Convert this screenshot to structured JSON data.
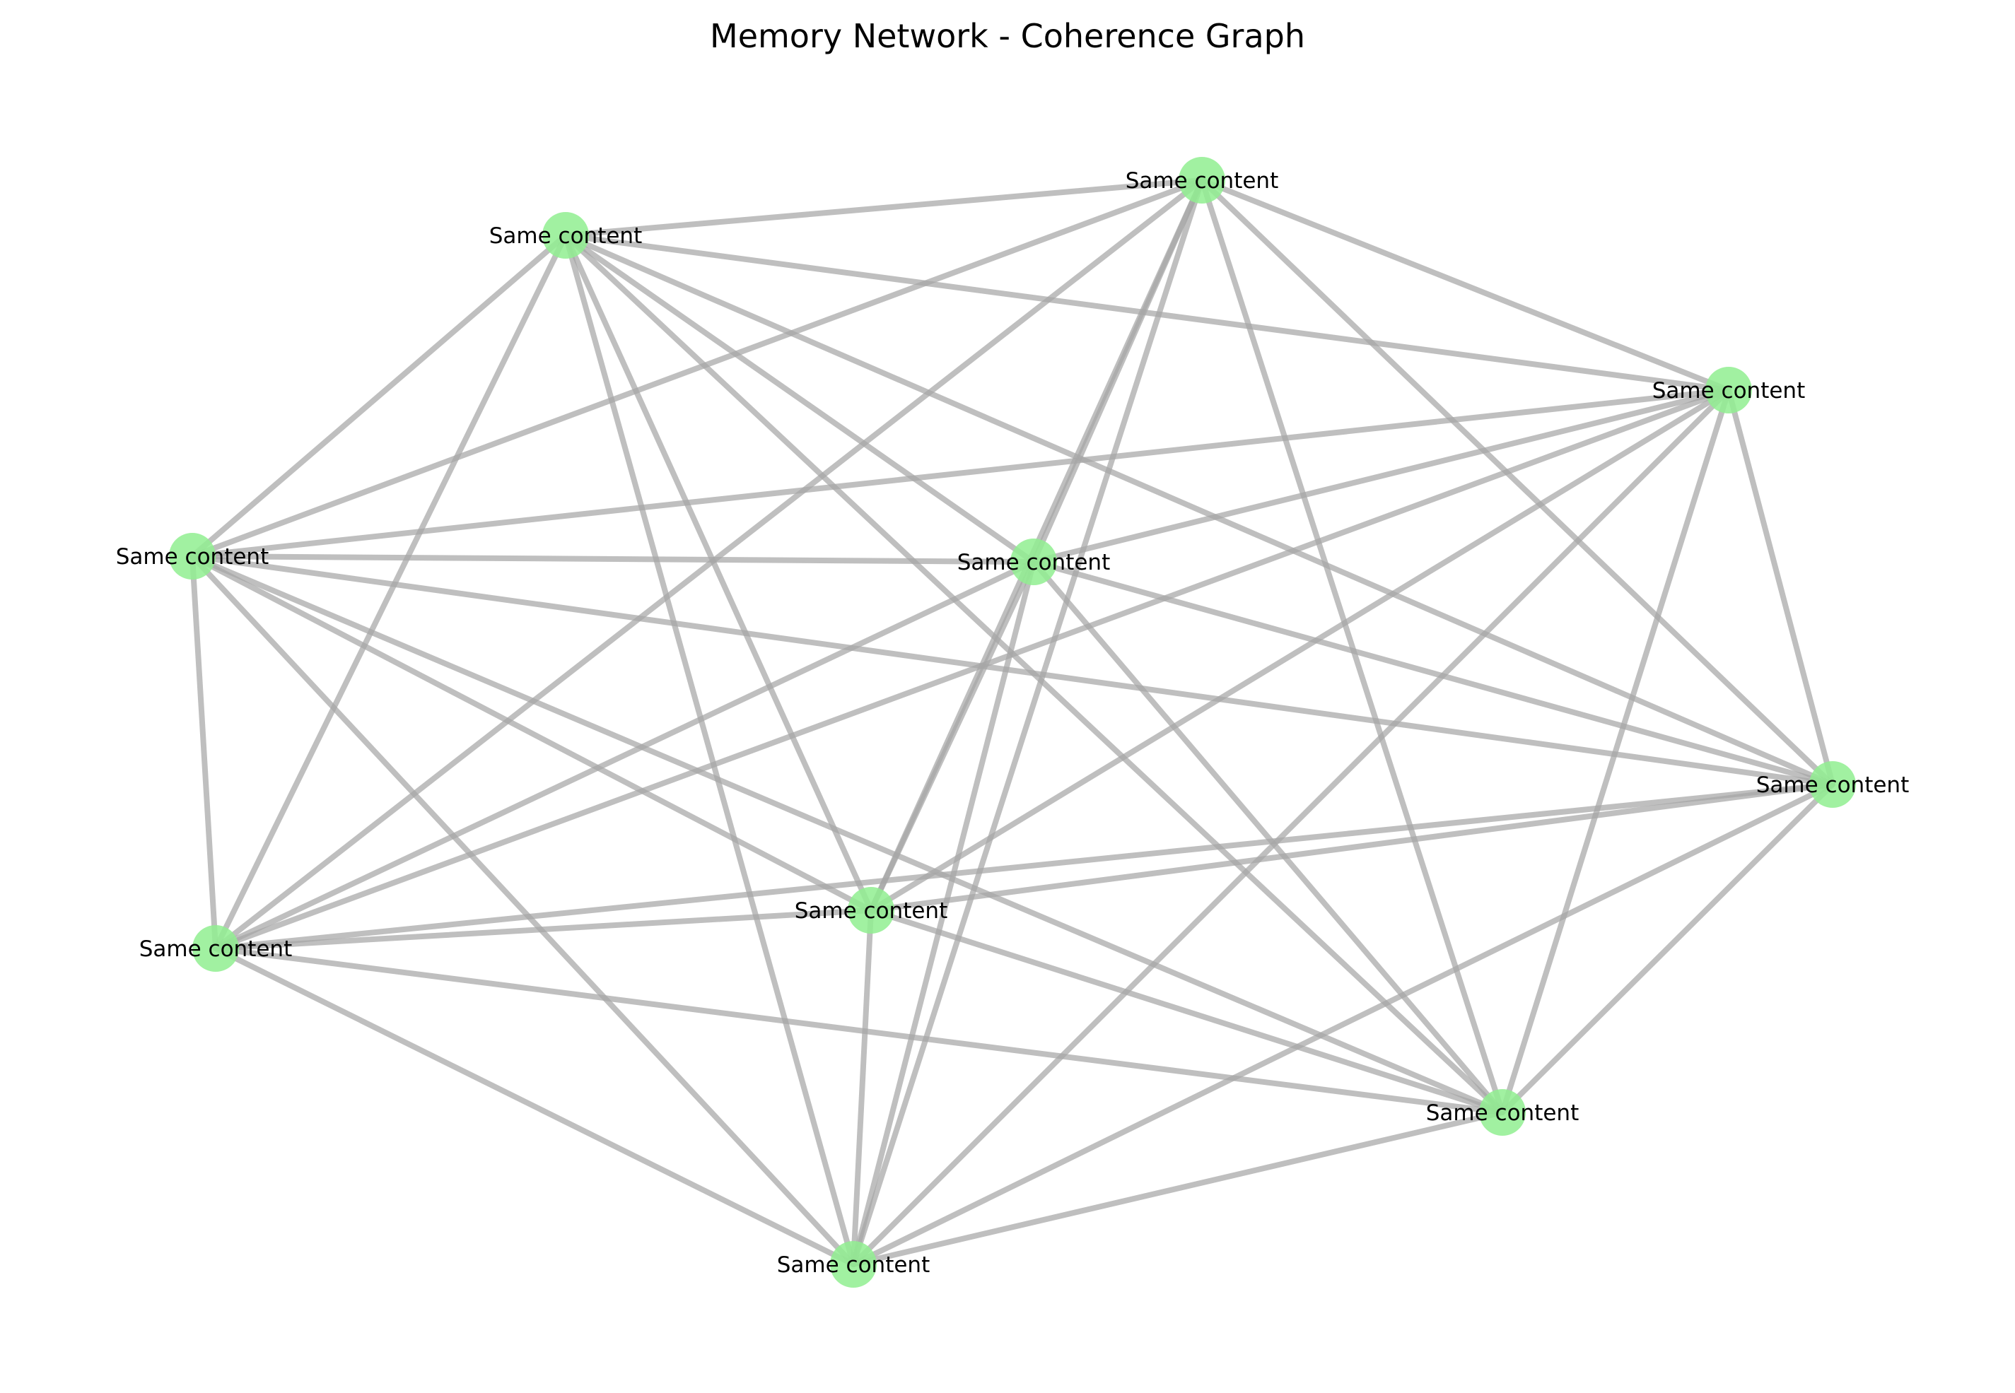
{
  "title": "Memory Network - Coherence Graph",
  "colors": {
    "node": "#90ee90",
    "edge": "#a6a6a6",
    "label": "#000000"
  },
  "graph": {
    "nodes": [
      {
        "id": "n1",
        "label": "Same content"
      },
      {
        "id": "n2",
        "label": "Same content"
      },
      {
        "id": "n3",
        "label": "Same content"
      },
      {
        "id": "n4",
        "label": "Same content"
      },
      {
        "id": "n5",
        "label": "Same content"
      },
      {
        "id": "n6",
        "label": "Same content"
      },
      {
        "id": "n7",
        "label": "Same content"
      },
      {
        "id": "n8",
        "label": "Same content"
      },
      {
        "id": "n9",
        "label": "Same content"
      },
      {
        "id": "n10",
        "label": "Same content"
      }
    ],
    "edges": [
      [
        "n1",
        "n2"
      ],
      [
        "n1",
        "n3"
      ],
      [
        "n1",
        "n4"
      ],
      [
        "n1",
        "n5"
      ],
      [
        "n1",
        "n6"
      ],
      [
        "n1",
        "n7"
      ],
      [
        "n1",
        "n8"
      ],
      [
        "n1",
        "n9"
      ],
      [
        "n1",
        "n10"
      ],
      [
        "n2",
        "n3"
      ],
      [
        "n2",
        "n4"
      ],
      [
        "n2",
        "n5"
      ],
      [
        "n2",
        "n6"
      ],
      [
        "n2",
        "n7"
      ],
      [
        "n2",
        "n8"
      ],
      [
        "n2",
        "n9"
      ],
      [
        "n2",
        "n10"
      ],
      [
        "n3",
        "n4"
      ],
      [
        "n3",
        "n5"
      ],
      [
        "n3",
        "n6"
      ],
      [
        "n3",
        "n7"
      ],
      [
        "n3",
        "n8"
      ],
      [
        "n3",
        "n9"
      ],
      [
        "n3",
        "n10"
      ],
      [
        "n4",
        "n5"
      ],
      [
        "n4",
        "n6"
      ],
      [
        "n4",
        "n7"
      ],
      [
        "n4",
        "n8"
      ],
      [
        "n4",
        "n9"
      ],
      [
        "n4",
        "n10"
      ],
      [
        "n5",
        "n6"
      ],
      [
        "n5",
        "n7"
      ],
      [
        "n5",
        "n8"
      ],
      [
        "n5",
        "n9"
      ],
      [
        "n5",
        "n10"
      ],
      [
        "n6",
        "n7"
      ],
      [
        "n6",
        "n8"
      ],
      [
        "n6",
        "n9"
      ],
      [
        "n6",
        "n10"
      ],
      [
        "n7",
        "n8"
      ],
      [
        "n7",
        "n9"
      ],
      [
        "n7",
        "n10"
      ],
      [
        "n8",
        "n9"
      ],
      [
        "n8",
        "n10"
      ],
      [
        "n9",
        "n10"
      ]
    ]
  }
}
